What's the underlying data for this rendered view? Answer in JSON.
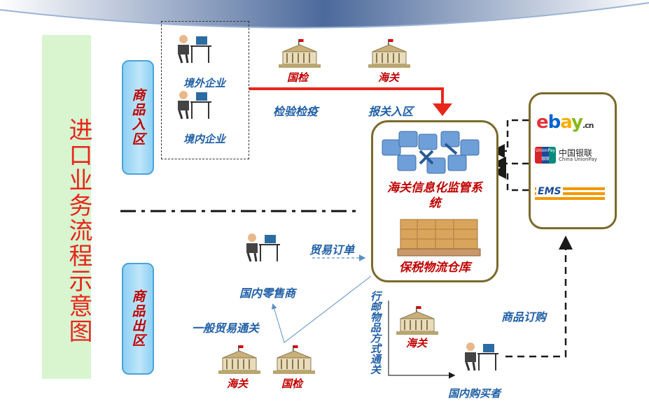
{
  "title": "进口业务流程示意图",
  "zones": {
    "import": "商品入区",
    "export": "商品出区"
  },
  "actors": {
    "foreign_enterprise": "境外企业",
    "domestic_enterprise": "境内企业",
    "retailer": "国内零售商",
    "buyer": "国内购买者"
  },
  "agencies": {
    "inspection": "国检",
    "customs": "海关"
  },
  "flows": {
    "quarantine": "检验检疫",
    "customs_entry": "报关入区",
    "trade_order": "贸易订单",
    "general_trade": "一般贸易通关",
    "postal_clearance": "行邮物品方式通关",
    "purchase": "商品订购"
  },
  "hub": {
    "system": "海关信息化监管系统",
    "warehouse": "保税物流仓库"
  },
  "partners": {
    "ebay": "ebay",
    "ebay_suffix": ".cn",
    "unionpay_cn": "中国银联",
    "unionpay_en": "China UnionPay",
    "unionpay_badge": "UnionPay 银联",
    "ems": "EMS"
  },
  "colors": {
    "accent_red": "#e8261c",
    "label_blue": "#1f5fa6",
    "label_red": "#c00000"
  }
}
